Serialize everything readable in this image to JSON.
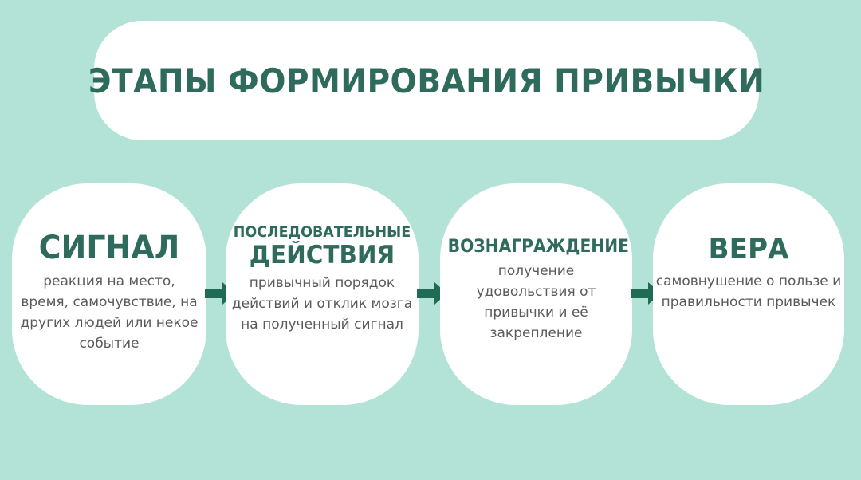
{
  "title": "ЭТАПЫ ФОРМИРОВАНИЯ ПРИВЫЧКИ",
  "colors": {
    "background": "#b2e3d6",
    "box": "#ffffff",
    "heading": "#2f6b5c",
    "text": "#5a5a5a",
    "arrow": "#1f6b54"
  },
  "stages": [
    {
      "heading": "СИГНАЛ",
      "description": "реакция на место, время, самочувствие, на других людей или некое событие"
    },
    {
      "heading_line1": "ПОСЛЕДОВАТЕЛЬНЫЕ",
      "heading_line2": "ДЕЙСТВИЯ",
      "description": "привычный порядок действий и отклик мозга на полученный сигнал"
    },
    {
      "heading": "ВОЗНАГРАЖДЕНИЕ",
      "description": "получение удовольствия от привычки и её закрепление"
    },
    {
      "heading": "ВЕРА",
      "description": "самовнушение о пользе и правильности привычек"
    }
  ],
  "arrow_icon": "arrow-right-icon"
}
